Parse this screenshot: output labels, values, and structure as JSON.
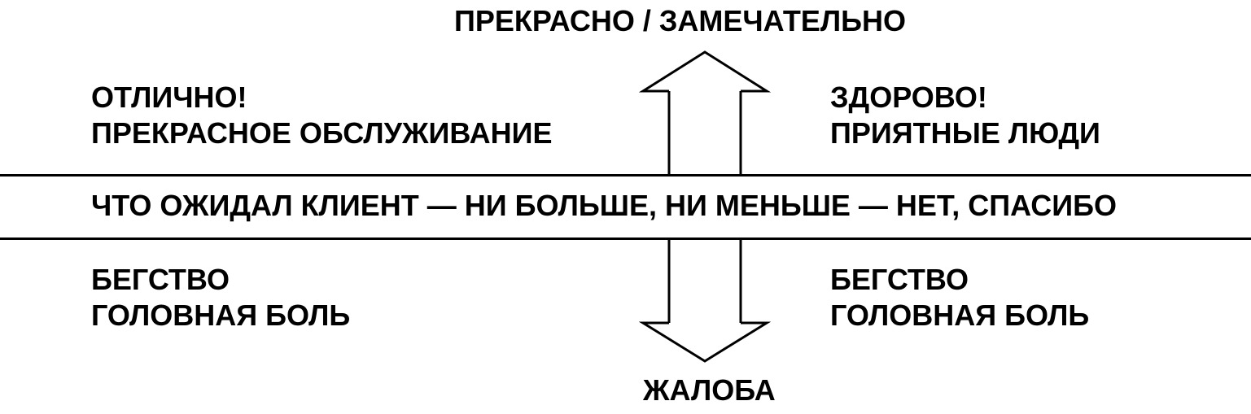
{
  "top_label": "ПРЕКРАСНО / ЗАМЕЧАТЕЛЬНО",
  "upper_left": {
    "line1": "ОТЛИЧНО!",
    "line2": "ПРЕКРАСНОЕ ОБСЛУЖИВАНИЕ"
  },
  "upper_right": {
    "line1": "ЗДОРОВО!",
    "line2": "ПРИЯТНЫЕ ЛЮДИ"
  },
  "middle_band": "ЧТО ОЖИДАЛ КЛИЕНТ — НИ БОЛЬШЕ, НИ МЕНЬШЕ — НЕТ, СПАСИБО",
  "lower_left": {
    "line1": "БЕГСТВО",
    "line2": "ГОЛОВНАЯ  БОЛЬ"
  },
  "lower_right": {
    "line1": "БЕГСТВО",
    "line2": "ГОЛОВНАЯ  БОЛЬ"
  },
  "bottom_label": "ЖАЛОБА",
  "colors": {
    "ink": "#000000",
    "background": "#ffffff"
  }
}
